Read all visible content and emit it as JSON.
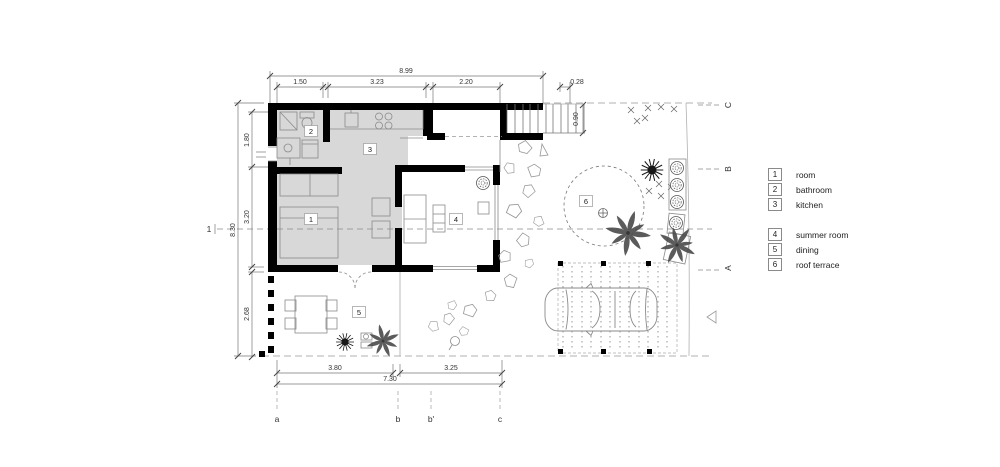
{
  "drawing": {
    "type": "architectural-floor-plan",
    "colors": {
      "wall": "#000000",
      "floor_gray": "#d8d8d8",
      "thin_line": "#8a8a8a",
      "dim_line": "#555555"
    }
  },
  "dims": {
    "top_overall": "8.99",
    "top_segs": [
      "1.50",
      "3.23",
      "2.20"
    ],
    "top_offset": "0.28",
    "stair_depth": "0.90",
    "left_overall": "8.30",
    "left_segs": [
      "1.80",
      "3.20",
      "2.68"
    ],
    "bottom_segs": [
      "3.80",
      "3.25"
    ],
    "bottom_overall": "7.30"
  },
  "grid": {
    "section_label": "1",
    "rows": [
      "C",
      "B",
      "A"
    ],
    "cols": [
      "a",
      "b",
      "b'",
      "c"
    ]
  },
  "rooms": {
    "labels": [
      "1",
      "2",
      "3",
      "4",
      "5",
      "6"
    ]
  },
  "legend": {
    "items": [
      {
        "num": "1",
        "label": "room"
      },
      {
        "num": "2",
        "label": "bathroom"
      },
      {
        "num": "3",
        "label": "kitchen"
      },
      {
        "num": "4",
        "label": "summer room"
      },
      {
        "num": "5",
        "label": "dining"
      },
      {
        "num": "6",
        "label": "roof terrace"
      }
    ]
  }
}
